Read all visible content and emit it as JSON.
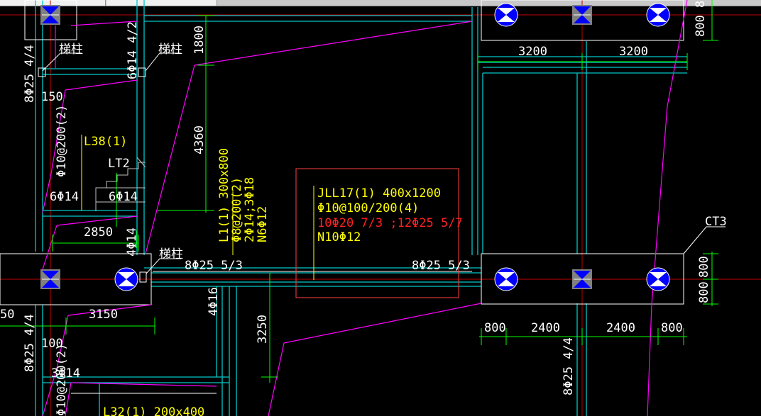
{
  "colors": {
    "background": "#000000",
    "beam_outline": "#00c8c8",
    "column": "#ffffff",
    "pile_fill": "#0000ff",
    "dimension": "#00ff00",
    "axis": "#c00000",
    "annotation_line": "#ff00ff",
    "label_yellow": "#ffff00",
    "label_red": "#ff2020",
    "pile_box": "#ff4040"
  },
  "labels": {
    "corner_column_1": "梯柱",
    "corner_column_2": "梯柱",
    "corner_column_3": "梯柱",
    "rebar_8d25_left_top": "8Φ25 4/4",
    "rebar_6d14_vertical": "6Φ14 4/2",
    "rebar_150": "150",
    "stirrup_left": "Φ10@200(2)",
    "rebar_6d14_a": "6Φ14",
    "rebar_6d14_b": "6Φ14",
    "beam_L38": "L38(1)",
    "stair_LT2": "LT2",
    "rebar_4d14": "4Φ14",
    "rebar_8d25_53_left": "8Φ25 5/3",
    "rebar_8d25_53_right": "8Φ25 5/3",
    "rebar_4d16": "4Φ16",
    "rebar_8d25_left_bottom": "8Φ25 4/4",
    "rebar_100": "100",
    "rebar_3d14": "3Φ14",
    "stirrup_bottom_left": "Φ10@200(2)",
    "beam_L32": "L32(1) 200x400",
    "rebar_8d25_bottom": "8Φ25 4/4",
    "pile_cap_CT3": "CT3",
    "rebar_top_right_cut": "800 8"
  },
  "beam_L1": {
    "line1": "L1(1) 300x800",
    "line2": "Φ8@200(2)",
    "line3": "2Φ14;3Φ18",
    "line4": "N6Φ12"
  },
  "beam_JLL17": {
    "line1": "JLL17(1) 400x1200",
    "line2": "Φ10@100/200(4)",
    "line3": "10Φ20 7/3 ;12Φ25 5/7",
    "line4": "N10Φ12"
  },
  "dimensions": {
    "d1800": "1800",
    "d4360": "4360",
    "d3200_a": "3200",
    "d3200_b": "3200",
    "d800_top": "800",
    "d2850": "2850",
    "d3150": "3150",
    "d50": "50",
    "d3250": "3250",
    "d800_a": "800",
    "d2400_a": "2400",
    "d2400_b": "2400",
    "d800_b": "800",
    "d800_right_a": "800",
    "d800_right_b": "800"
  }
}
